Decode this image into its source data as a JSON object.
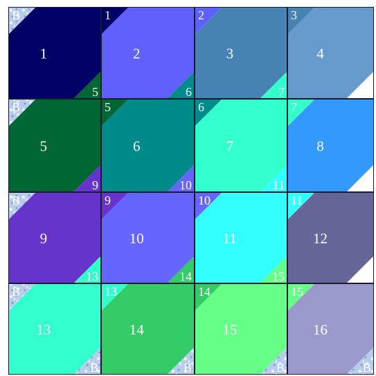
{
  "puzzle": {
    "background_label": "B",
    "tiles": [
      {
        "label": "1",
        "color": "#000066",
        "tl": "B",
        "br": "5"
      },
      {
        "label": "2",
        "color": "#6060ff",
        "tl": "1",
        "br": "6"
      },
      {
        "label": "3",
        "color": "#4682b4",
        "tl": "2",
        "br": "7"
      },
      {
        "label": "4",
        "color": "#6699cc",
        "tl": "3",
        "br": ""
      },
      {
        "label": "5",
        "color": "#006633",
        "tl": "B",
        "br": "9"
      },
      {
        "label": "6",
        "color": "#008b8b",
        "tl": "5",
        "br": "10"
      },
      {
        "label": "7",
        "color": "#33ffcc",
        "tl": "6",
        "br": "11"
      },
      {
        "label": "8",
        "color": "#3399ff",
        "tl": "7",
        "br": ""
      },
      {
        "label": "9",
        "color": "#6633cc",
        "tl": "B",
        "br": "13"
      },
      {
        "label": "10",
        "color": "#6666ff",
        "tl": "9",
        "br": "14"
      },
      {
        "label": "11",
        "color": "#33ffff",
        "tl": "10",
        "br": "15"
      },
      {
        "label": "12",
        "color": "#666699",
        "tl": "11",
        "br": ""
      },
      {
        "label": "13",
        "color": "#33ffcc",
        "tl": "B",
        "br": "B"
      },
      {
        "label": "14",
        "color": "#33cc66",
        "tl": "13",
        "br": "B"
      },
      {
        "label": "15",
        "color": "#66ff88",
        "tl": "14",
        "br": "B"
      },
      {
        "label": "16",
        "color": "#9999cc",
        "tl": "15",
        "br": "B"
      }
    ]
  }
}
